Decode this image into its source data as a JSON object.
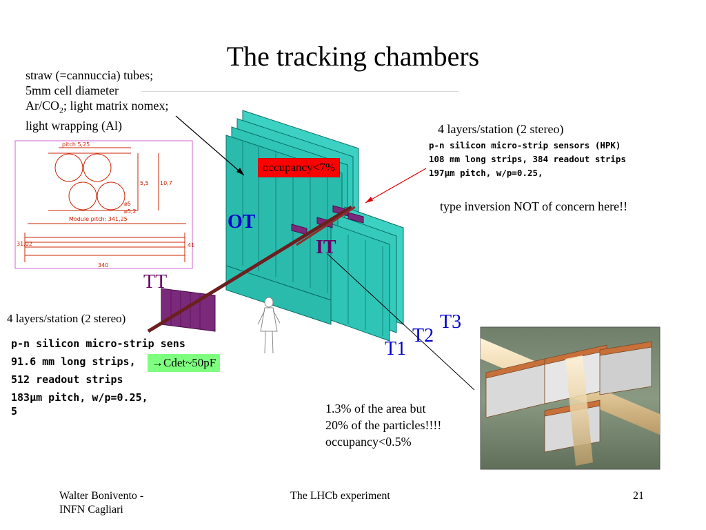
{
  "slide": {
    "title": "The tracking chambers",
    "straw_text": {
      "line1": "straw (=cannuccia) tubes;",
      "line2": " 5mm cell diameter",
      "line3_a": "Ar/CO",
      "line3_sub": "2",
      "line3_b": "; light matrix nomex;",
      "line4": "light wrapping (Al)"
    },
    "occupancy_ot": "occupancy<7%",
    "it_top": {
      "layers": "4 layers/station (2 stereo)",
      "spec1": "p-n silicon micro-strip sensors  (HPK)",
      "spec2": "108 mm long strips, 384 readout strips",
      "spec3": "197µm pitch, w/p=0.25,",
      "note": "type inversion NOT of concern here!!"
    },
    "labels": {
      "ot": "OT",
      "it": "IT",
      "tt": "TT",
      "t1": "T1",
      "t2": "T2",
      "t3": "T3"
    },
    "tt_text": {
      "layers": "4 layers/station (2 stereo)",
      "spec1": "p-n silicon micro-strip sens",
      "spec2": "91.6 mm long strips,",
      "spec3": "512 readout strips",
      "spec4": "183µm pitch, w/p=0.25,",
      "spec5": "5",
      "cdet": "→Cdet~50pF"
    },
    "it_area": {
      "line1": "1.3% of the area but",
      "line2": "20% of the particles!!!!",
      "line3": "occupancy<0.5%"
    },
    "footer": {
      "author_line1": "Walter Bonivento -",
      "author_line2": "INFN Cagliari",
      "center": "The LHCb experiment",
      "page": "21"
    },
    "colors": {
      "ot_chambers": "#2ec4b6",
      "tt_stations": "#7b2a7b",
      "beam_pipe": "#6b1f1f",
      "red_box": "#ff0000",
      "green_box": "#7fff7f",
      "label_blue": "#0000cc",
      "label_purple": "#660066"
    }
  }
}
